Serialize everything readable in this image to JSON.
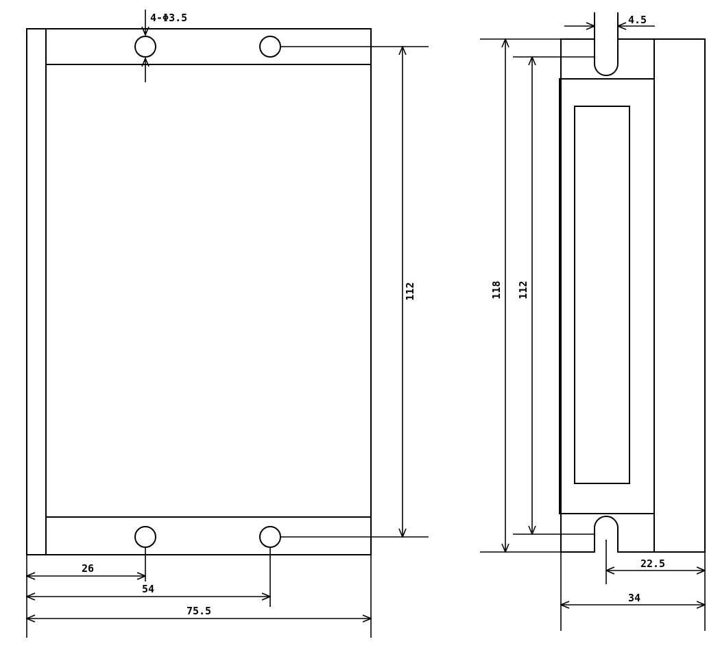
{
  "front_view": {
    "hole_callout": "4-Φ3.5",
    "dim_hole_spacing_vertical": "112",
    "dim_hole_x_first": "26",
    "dim_hole_x_second": "54",
    "dim_overall_width": "75.5"
  },
  "side_view": {
    "dim_slot_width": "4.5",
    "dim_overall_height": "118",
    "dim_slot_spacing": "112",
    "dim_slot_offset": "22.5",
    "dim_overall_depth": "34"
  }
}
